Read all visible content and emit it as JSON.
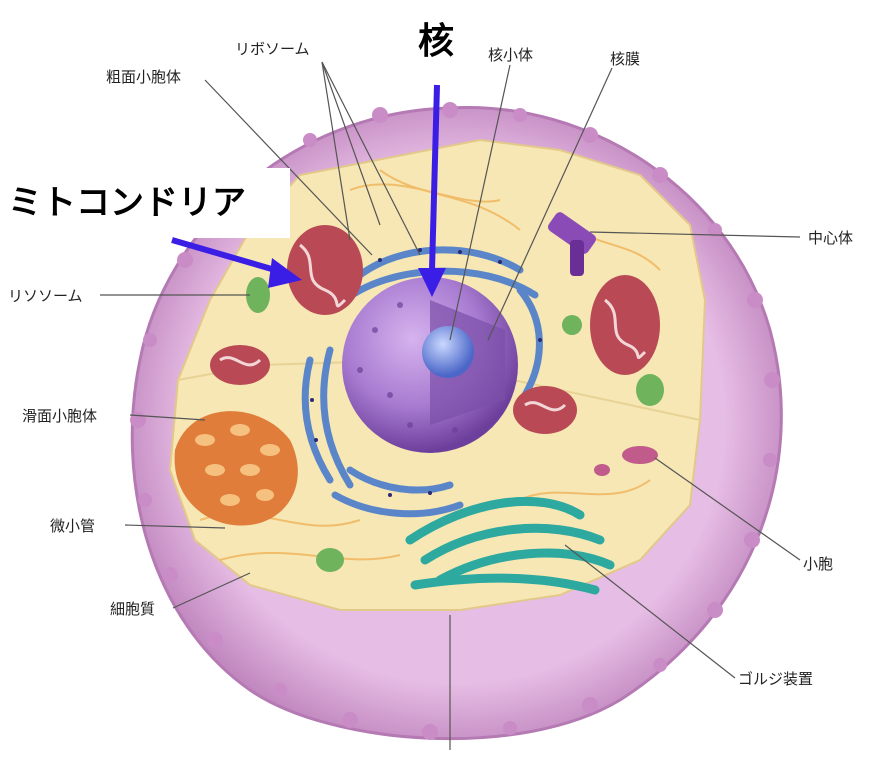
{
  "diagram": {
    "colors": {
      "membrane": "#d9a8d8",
      "cytoplasm": "#f6e7b4",
      "nucleus": "#a77ad0",
      "nucleolus": "#6f8fe0",
      "er": "#5a86c9",
      "mitochondria": "#b94a55",
      "golgi": "#2ea9a0",
      "smooth_er": "#e07d3a",
      "arrow": "#3a1ee6",
      "leader": "#555555"
    },
    "labels": {
      "ribosome": "リボソーム",
      "rough_er": "粗面小胞体",
      "nucleolus": "核小体",
      "nuclear_membrane": "核膜",
      "centrosome": "中心体",
      "lysosome": "リソソーム",
      "smooth_er": "滑面小胞体",
      "microtubule": "微小管",
      "cytoplasm": "細胞質",
      "vesicle": "小胞",
      "golgi": "ゴルジ装置"
    },
    "highlight": {
      "nucleus": "核",
      "mitochondria": "ミトコンドリア"
    },
    "icons": [
      "arrow-nucleus",
      "arrow-mitochondria"
    ]
  }
}
